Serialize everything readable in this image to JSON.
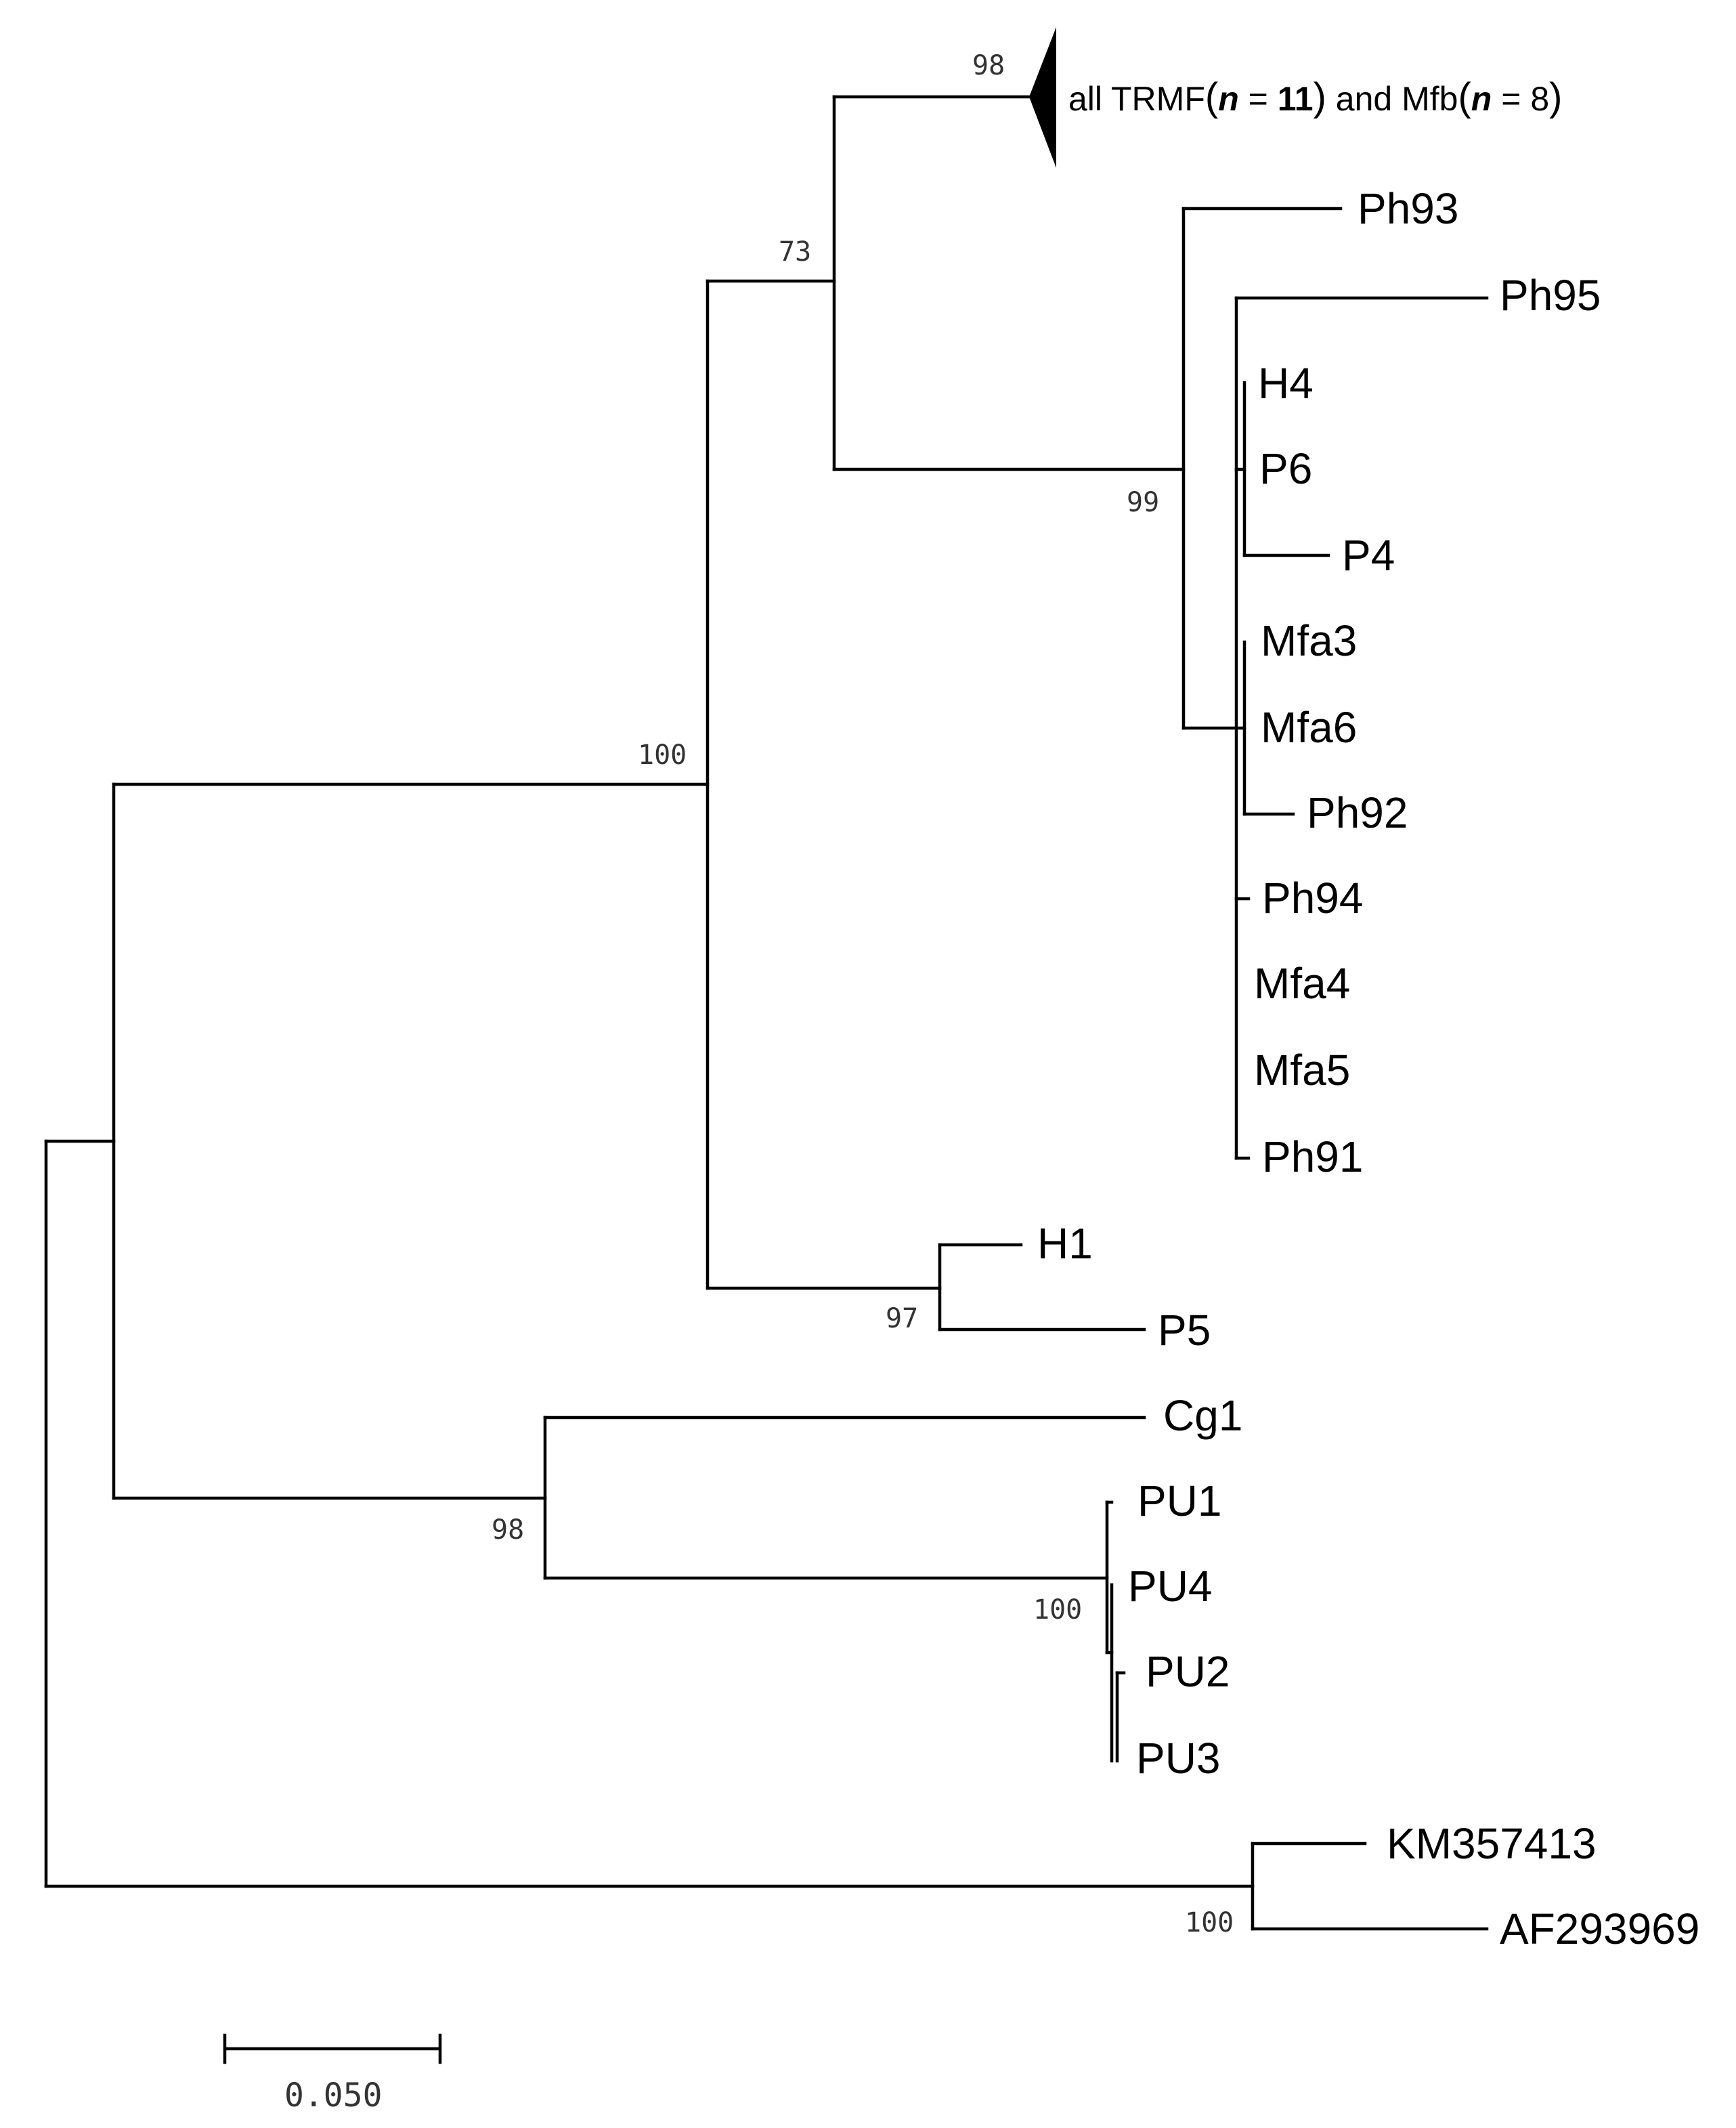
{
  "collapsed_clade": {
    "prefix": "all TRMF",
    "group1_n_var": "n",
    "group1_eq": " = ",
    "group1_n_val": "11",
    "connector": " and Mfb",
    "group2_n_var": "n",
    "group2_eq": " = ",
    "group2_n_val": "8"
  },
  "leaves": {
    "ph93": "Ph93",
    "ph95": "Ph95",
    "h4": "H4",
    "p6": "P6",
    "p4": "P4",
    "mfa3": "Mfa3",
    "mfa6": "Mfa6",
    "ph92": "Ph92",
    "ph94": "Ph94",
    "mfa4": "Mfa4",
    "mfa5": "Mfa5",
    "ph91": "Ph91",
    "h1": "H1",
    "p5": "P5",
    "cg1": "Cg1",
    "pu1": "PU1",
    "pu4": "PU4",
    "pu2": "PU2",
    "pu3": "PU3",
    "km357413": "KM357413",
    "af293969": "AF293969"
  },
  "support_values": {
    "trmf_clade": "98",
    "trmf_ph_node": "73",
    "ph_clade": "99",
    "main_ingroup": "100",
    "h1_p5": "97",
    "cg1_pu": "98",
    "pu_clade": "100",
    "outgroup": "100"
  },
  "scale_bar": {
    "label": "0.050",
    "length": 0.05
  }
}
